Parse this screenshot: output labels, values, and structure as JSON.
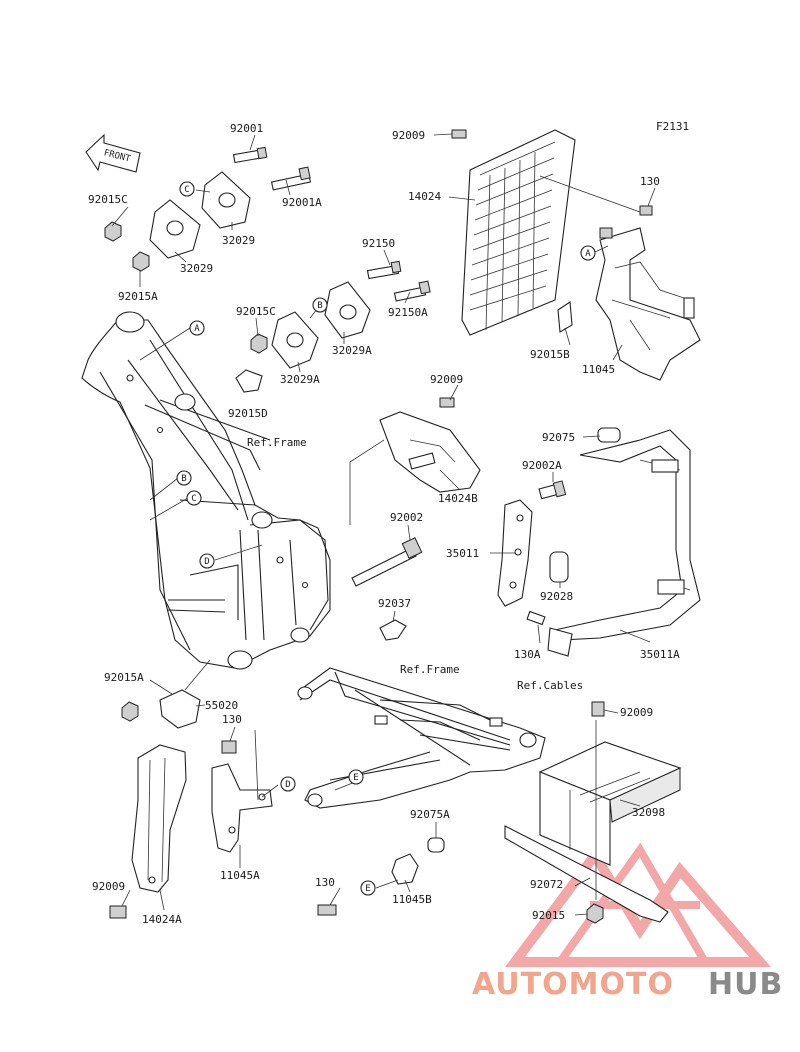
{
  "figure_code": "F2131",
  "front_arrow": "FRONT",
  "parts": {
    "p92001": "92001",
    "p92001A": "92001A",
    "p92015C_1": "92015C",
    "p32029_1": "32029",
    "p32029_2": "32029",
    "p92015A_1": "92015A",
    "p92150": "92150",
    "p92150A": "92150A",
    "p92015C_2": "92015C",
    "p32029A_1": "32029A",
    "p32029A_2": "32029A",
    "p92015D": "92015D",
    "p92009_1": "92009",
    "p14024": "14024",
    "p130_1": "130",
    "p92015B": "92015B",
    "p11045": "11045",
    "p92009_2": "92009",
    "p14024B": "14024B",
    "p92075": "92075",
    "p92002A": "92002A",
    "p92002": "92002",
    "p35011": "35011",
    "p92028": "92028",
    "p92037": "92037",
    "p130A": "130A",
    "p35011A": "35011A",
    "p92015A_2": "92015A",
    "p55020": "55020",
    "p130_2": "130",
    "p11045A": "11045A",
    "p92009_3": "92009",
    "p14024A": "14024A",
    "p92075A": "92075A",
    "p130_3": "130",
    "p11045B": "11045B",
    "p92009_4": "92009",
    "p32098": "32098",
    "p92072": "92072",
    "p92015": "92015"
  },
  "refs": {
    "frame_1": "Ref.Frame",
    "frame_2": "Ref.Frame",
    "cables": "Ref.Cables"
  },
  "callouts": {
    "a1": "A",
    "a2": "A",
    "b1": "B",
    "b2": "B",
    "c1": "C",
    "c2": "C",
    "d1": "D",
    "d2": "D",
    "e1": "E",
    "e2": "E"
  },
  "watermark": {
    "part1": "AUTOMOTO",
    "part2": "HUB",
    "color1": "#f2a58c",
    "color2": "#8a8a8a",
    "logo_color": "#f08a8a"
  }
}
